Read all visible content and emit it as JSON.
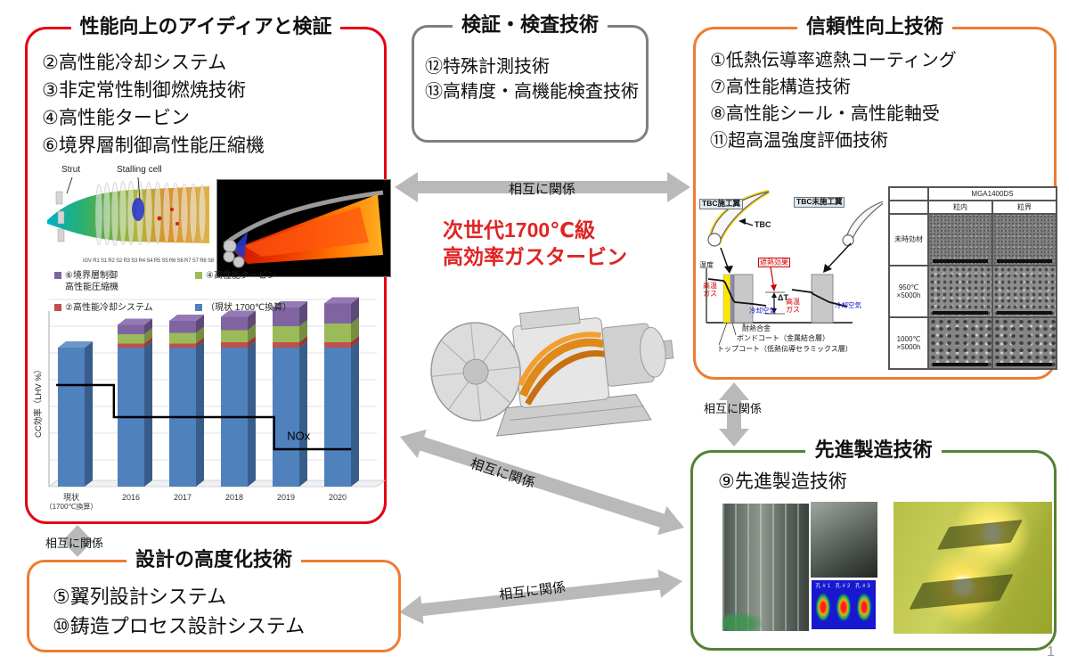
{
  "page_number": "1",
  "arrows": {
    "label": "相互に関係",
    "color": "#b9b9b9"
  },
  "center": {
    "headline_line1": "次世代1700℃級",
    "headline_line2": "高効率ガスタービン",
    "headline_color": "#e02424"
  },
  "boxes": {
    "performance": {
      "title": "性能向上のアイディアと検証",
      "border_color": "#e60012",
      "items": [
        "②高性能冷却システム",
        "③非定常性制御燃焼技術",
        "④高性能タービン",
        "⑥境界層制御高性能圧縮機"
      ],
      "compressor_labels": {
        "strut": "Strut",
        "stalling_cell": "Stalling cell",
        "stages": "IGV R1 S1 R2 S2 R3 S3 R4 S4 R5 S5 R6 S6 R7 S7 R8 S8"
      }
    },
    "verification": {
      "title": "検証・検査技術",
      "border_color": "#7f7f7f",
      "items": [
        "⑫特殊計測技術",
        "⑬高精度・高機能検査技術"
      ]
    },
    "reliability": {
      "title": "信頼性向上技術",
      "border_color": "#ed7d31",
      "items": [
        "①低熱伝導率遮熱コーティング",
        "⑦高性能構造技術",
        "⑧高性能シール・高性能軸受",
        "⑪超高温強度評価技術"
      ],
      "tbc": {
        "coated": "TBC施工翼",
        "uncoated": "TBC未施工翼",
        "tbc": "TBC",
        "temperature": "温度",
        "shield_effect": "遮熱効果",
        "hot_gas": "高温ガス",
        "cooling_air": "冷却空気",
        "delta_t": "ΔT",
        "alloy": "耐熱合金",
        "bond_coat": "ボンドコート（金属結合層）",
        "top_coat": "トップコート（低熱伝導セラミックス層）"
      },
      "micro_table": {
        "header": "MGA1400DS",
        "col1": "粒内",
        "col2": "粒界",
        "row1": "未時効材",
        "row2a": "950℃",
        "row2b": "×5000h",
        "row3a": "1000℃",
        "row3b": "×5000h"
      }
    },
    "manufacturing": {
      "title": "先進製造技術",
      "border_color": "#538135",
      "items": [
        "⑨先進製造技術"
      ],
      "thermal_labels": "孔#1 孔#2 孔#3"
    },
    "design": {
      "title": "設計の高度化技術",
      "border_color": "#ed7d31",
      "items": [
        "⑤翼列設計システム",
        "⑩鋳造プロセス設計システム"
      ]
    }
  },
  "chart_data": {
    "type": "bar",
    "stacked": true,
    "title": "",
    "ylabel": "CC効率（LHV %）",
    "categories": [
      "現状（1700℃換算）",
      "2016",
      "2017",
      "2018",
      "2019",
      "2020"
    ],
    "series": [
      {
        "name": "（現状 1700℃換算）",
        "color": "#4f81bd",
        "side": "#395d8a",
        "top": "#6d97c9",
        "values": [
          52,
          52,
          52,
          52,
          52,
          52
        ]
      },
      {
        "name": "②高性能冷却システム",
        "color": "#c0504d",
        "side": "#8f3b39",
        "top": "#cd6b68",
        "values": [
          0,
          1.5,
          1.5,
          2,
          2,
          2
        ]
      },
      {
        "name": "④高性能タービン",
        "color": "#9bbb59",
        "side": "#758e41",
        "top": "#abc877",
        "values": [
          0,
          3.5,
          4,
          4.5,
          6,
          7
        ]
      },
      {
        "name": "⑥境界層制御高性能圧縮機",
        "color": "#8064a2",
        "side": "#5e4a78",
        "top": "#9479b5",
        "values": [
          0,
          3.5,
          4.5,
          5,
          7,
          7.5
        ]
      }
    ],
    "legend": [
      {
        "name": "⑥境界層制御\n高性能圧縮機",
        "color": "#8064a2"
      },
      {
        "name": "④高性能タービン",
        "color": "#9bbb59"
      },
      {
        "name": "②高性能冷却システム",
        "color": "#c0504d"
      },
      {
        "name": "（現状 1700℃換算）",
        "color": "#4f81bd"
      }
    ],
    "ylim": [
      0,
      80
    ],
    "grid": true,
    "legend_position": "top",
    "nox_line": {
      "label": "NOx",
      "points_pct": [
        [
          0,
          38
        ],
        [
          18,
          38
        ],
        [
          18,
          26
        ],
        [
          68,
          26
        ],
        [
          68,
          14
        ],
        [
          92,
          14
        ]
      ],
      "label_pos_pct": [
        72,
        17.5
      ]
    }
  }
}
